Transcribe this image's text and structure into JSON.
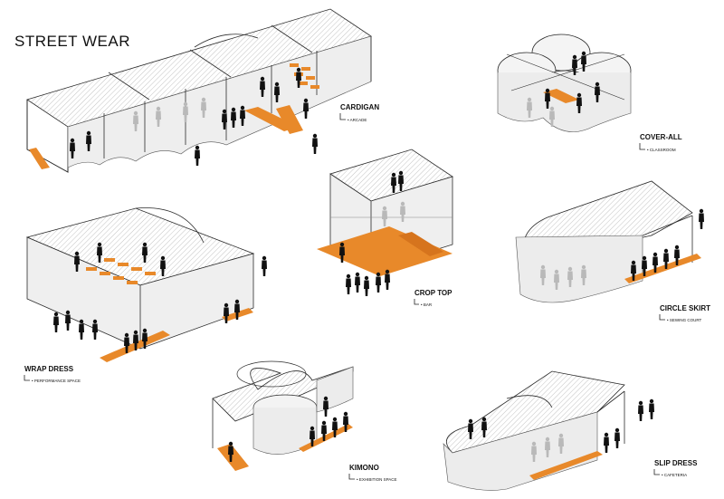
{
  "title": "STREET WEAR",
  "labels": [
    {
      "name": "CARDIGAN",
      "sub": "• ARCADE"
    },
    {
      "name": "COVER-ALL",
      "sub": "• CLASSROOM"
    },
    {
      "name": "CROP TOP",
      "sub": "• BAR"
    },
    {
      "name": "CIRCLE SKIRT",
      "sub": "• SEWING COURT"
    },
    {
      "name": "WRAP DRESS",
      "sub": "• PERFORMANCE SPACE"
    },
    {
      "name": "KIMONO",
      "sub": "• EXHIBITION SPACE"
    },
    {
      "name": "SLIP DRESS",
      "sub": "• CAFETERIA"
    }
  ],
  "colors": {
    "accent_orange": "#e8892a",
    "line": "#2a2a2a",
    "curtain": "#cfcfcf",
    "ghost_figure": "#b9b9b9",
    "figure": "#111111"
  }
}
